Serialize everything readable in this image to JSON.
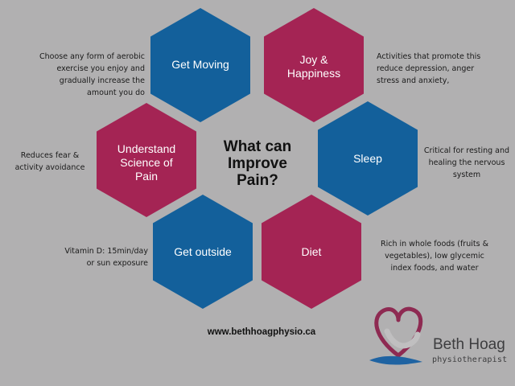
{
  "title": "What can\nImprove\nPain?",
  "colors": {
    "background": "#b1b0b1",
    "blue": "#13609b",
    "crimson": "#a42454"
  },
  "items": [
    {
      "label": "Get Moving",
      "color": "blue",
      "description": "Choose any form of aerobic\nexercise you enjoy and\ngradually increase the\namount you do"
    },
    {
      "label": "Joy &\nHappiness",
      "color": "crimson",
      "description": "Activities that promote this\nreduce depression, anger\nstress and anxiety,"
    },
    {
      "label": "Understand\nScience of\nPain",
      "color": "crimson",
      "description": "Reduces fear &\nactivity avoidance"
    },
    {
      "label": "Sleep",
      "color": "blue",
      "description": "Critical for resting and\nhealing the nervous\nsystem"
    },
    {
      "label": "Get outside",
      "color": "blue",
      "description": "Vitamin D: 15min/day\nor sun exposure"
    },
    {
      "label": "Diet",
      "color": "crimson",
      "description": "Rich in whole foods (fruits &\nvegetables), low glycemic\nindex foods, and water"
    }
  ],
  "website": "www.bethhoagphysio.ca",
  "logo": {
    "name": "Beth Hoag",
    "subtitle": "physiotherapist"
  }
}
